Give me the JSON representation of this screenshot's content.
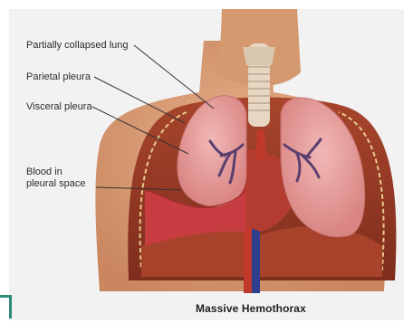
{
  "labels": {
    "lung": "Partially collapsed lung",
    "parietal": "Parietal pleura",
    "visceral": "Visceral pleura",
    "blood_line1": "Blood in",
    "blood_line2": "pleural space"
  },
  "caption": "Massive Hemothorax",
  "colors": {
    "background": "#f2f2f2",
    "skin": "#d9a07a",
    "muscle": "#9a3b26",
    "lung": "#e8a7a6",
    "blood": "#c23a3d",
    "heart": "#b03a2e",
    "accent": "#2e8a78"
  }
}
